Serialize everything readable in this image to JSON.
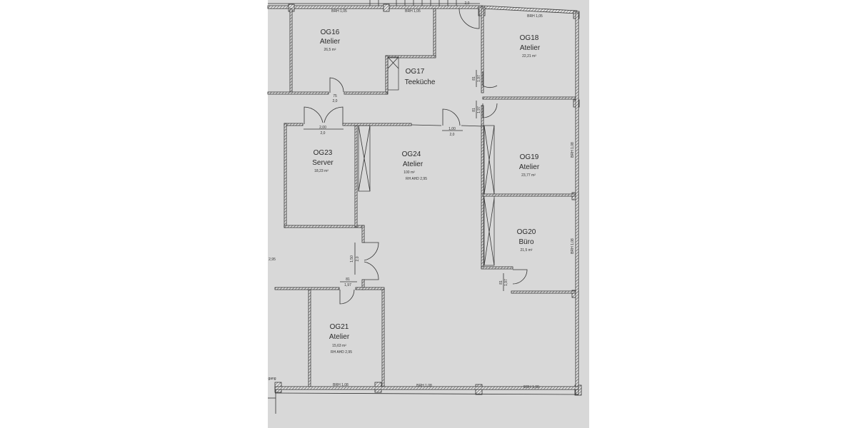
{
  "rooms": [
    {
      "id": "OG16",
      "use": "Atelier",
      "area": "26,5 m²"
    },
    {
      "id": "OG17",
      "use": "Teeküche"
    },
    {
      "id": "OG18",
      "use": "Atelier",
      "area": "22,21 m²"
    },
    {
      "id": "OG23",
      "use": "Server",
      "area": "18,23 m²"
    },
    {
      "id": "OG24",
      "use": "Atelier",
      "area": "100 m²",
      "height": "RH AHD 2,95"
    },
    {
      "id": "OG19",
      "use": "Atelier",
      "area": "23,77 m²"
    },
    {
      "id": "OG20",
      "use": "Büro",
      "area": "21,5 m²"
    },
    {
      "id": "OG21",
      "use": "Atelier",
      "area": "15,63 m²",
      "height": "RH AHD 2,95"
    }
  ],
  "window_labels": {
    "top": [
      "BRH 1,05",
      "BRH 1,05",
      "BRH 1,05"
    ],
    "bottom": [
      "BRH 1,08",
      "BRH 1,08",
      "BRH 1,08"
    ],
    "right": [
      "BRH 1,08",
      "BRH 1,08"
    ]
  },
  "door_dims": [
    {
      "w": "75",
      "h": "2,0"
    },
    {
      "w": "2,00",
      "h": "2,0"
    },
    {
      "w": "1,00",
      "h": "2,0"
    },
    {
      "w": "81",
      "h": "1,97"
    },
    {
      "w": "1,50",
      "h": "2,0"
    },
    {
      "w": "81",
      "h": "1,97"
    },
    {
      "w": "81",
      "h": "1,97"
    },
    {
      "w": "81",
      "h": "1,97"
    }
  ],
  "misc": {
    "top_dim": "2,0",
    "left_dim": "2,95",
    "left_label": "gang"
  },
  "colors": {
    "paper": "#d9d9d9",
    "ink": "#333333",
    "background": "#ffffff"
  }
}
